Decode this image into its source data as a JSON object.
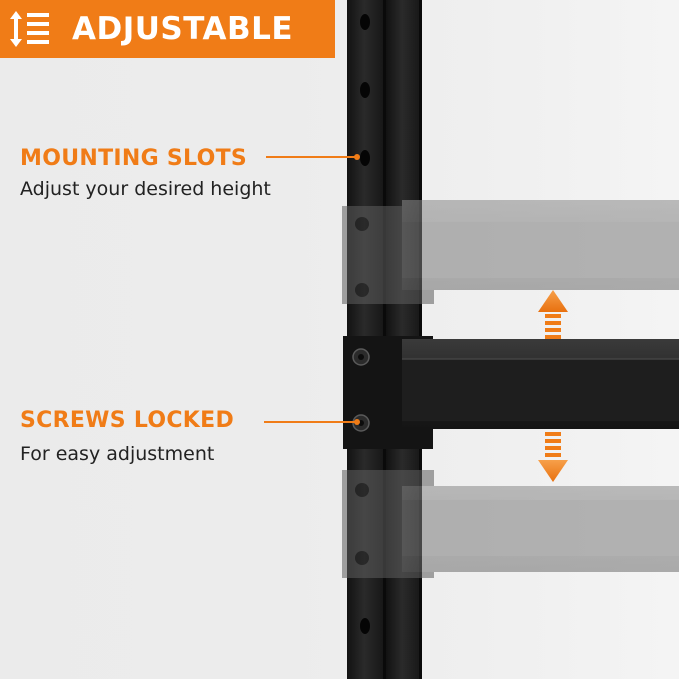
{
  "banner": {
    "title": "ADJUSTABLE",
    "icon": "height-adjust-icon",
    "color": "#f07c17"
  },
  "callouts": [
    {
      "title": "MOUNTING SLOTS",
      "subtitle": "Adjust your desired height"
    },
    {
      "title": "SCREWS LOCKED",
      "subtitle": "For easy adjustment"
    }
  ],
  "colors": {
    "accent": "#f07c17",
    "frame": "#1b1b1b",
    "background": "#ececec"
  }
}
